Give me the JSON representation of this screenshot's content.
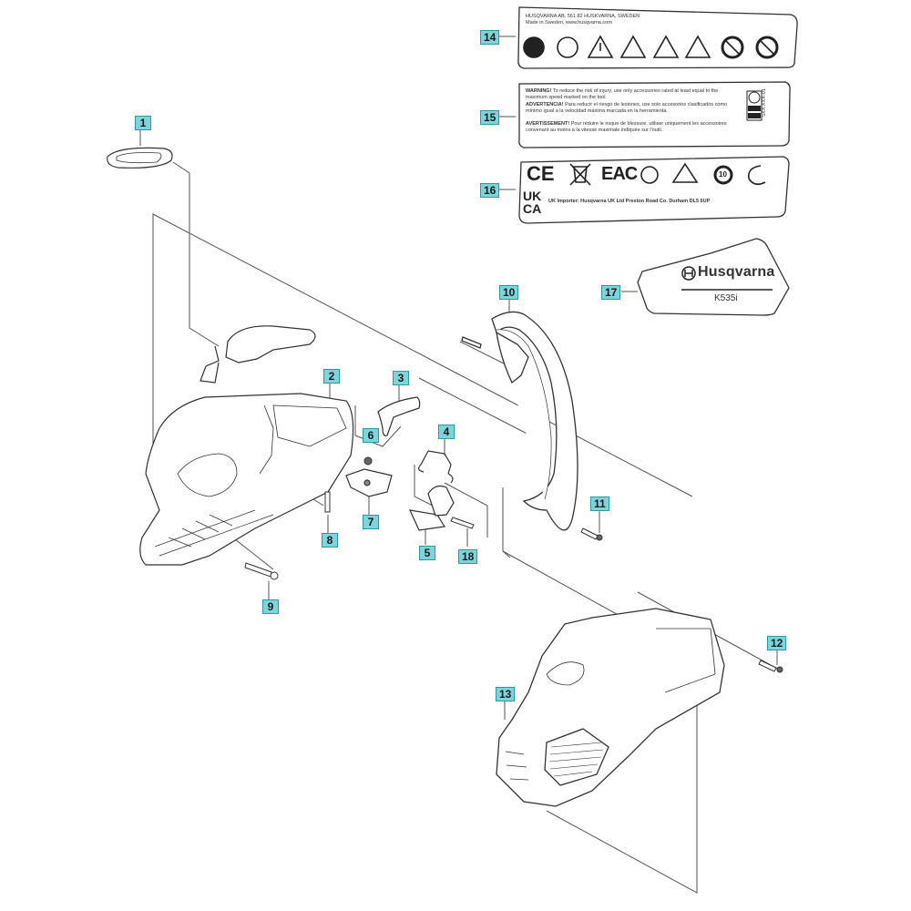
{
  "diagram": {
    "title": "Husqvarna K535i exploded parts view",
    "accent_color": "#7fd3db",
    "callout_border_color": "#2a9aa6",
    "line_color": "#555555"
  },
  "callouts": [
    "1",
    "2",
    "3",
    "4",
    "5",
    "6",
    "7",
    "8",
    "9",
    "10",
    "11",
    "12",
    "13",
    "14",
    "15",
    "16",
    "17",
    "18"
  ],
  "parts": {
    "p1": "air intake grille",
    "p2": "rear handle / fuel tank housing",
    "p3": "throttle trigger",
    "p4": "spring",
    "p5": "throttle lockout",
    "p6": "nut",
    "p7": "switch",
    "p8": "pin",
    "p9": "screw",
    "p10": "front handle",
    "p11": "screw",
    "p12": "screw",
    "p13": "starter / engine cover",
    "p14": "safety decal",
    "p15": "warning decal",
    "p16": "certification decal",
    "p17": "brand decal",
    "p18": "pin"
  },
  "decal14": {
    "line1": "HUSQVARNA AB, 561 82 HUSKVARNA, SWEDEN",
    "line2": "Made in Sweden, www.husqvarna.com",
    "icons": [
      "read-manual-icon",
      "protective-gear-icon",
      "warning-triangle-icon",
      "kickback-warning-icon",
      "dust-warning-icon",
      "debris-warning-icon",
      "no-damaged-blade-icon",
      "no-wood-cutting-icon"
    ]
  },
  "decal15": {
    "warning_label": "WARNING!",
    "warning_text": "To reduce the risk of injury, use only accessories rated at least equal to the maximum speed marked on the tool.",
    "es_label": "ADVERTENCIA!",
    "es_text": "Para reducir el riesgo de lesiones, use solo accesorios clasificados como mínimo igual a la velocidad máxima marcada en la herramienta.",
    "fr_label": "AVERTISSEMENT!",
    "fr_text": "Pour réduire le risque de blessure, utiliser uniquement les accessoires convenant au moins à la vitesse maximale indiquée sur l'outil.",
    "ul_mark": "UL",
    "part_code": "5XX XXX-01"
  },
  "decal16": {
    "marks": [
      "CE",
      "WEEE",
      "EAC",
      "China RoHS",
      "RCM",
      "10",
      "C-tick"
    ],
    "ukca": [
      "UK",
      "CA"
    ],
    "importer": "UK Importer: Husqvarna UK Ltd  Preston Road  Co. Durham DL5 6UP"
  },
  "decal17": {
    "brand": "Husqvarna",
    "model": "K535i"
  }
}
